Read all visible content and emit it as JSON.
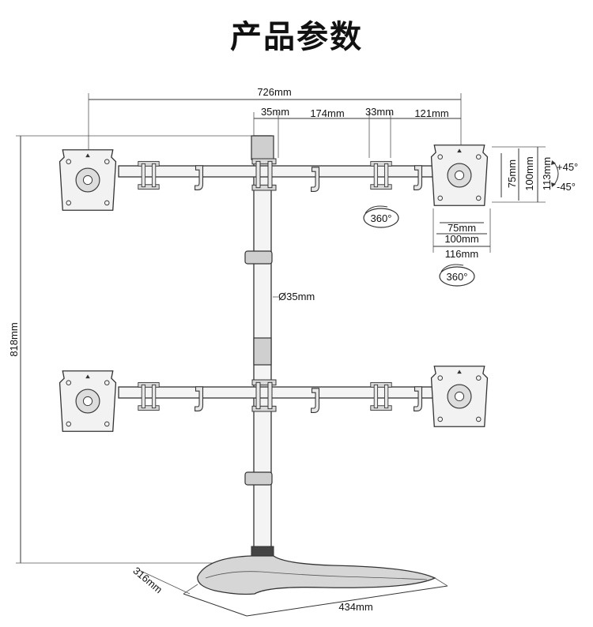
{
  "title": "产品参数",
  "dimensions": {
    "total_width": "726mm",
    "offset_a": "35mm",
    "offset_b": "174mm",
    "offset_c": "33mm",
    "offset_d": "121mm",
    "pole_diameter": "Ø35mm",
    "total_height": "818mm",
    "base_depth": "316mm",
    "base_width": "434mm",
    "vesa_v1": "75mm",
    "vesa_v2": "100mm",
    "vesa_v3": "113mm",
    "vesa_h1": "75mm",
    "vesa_h2": "100mm",
    "vesa_h3": "116mm",
    "tilt_up": "+45°",
    "tilt_down": "-45°",
    "rotation_1": "360°",
    "rotation_2": "360°"
  },
  "colors": {
    "line": "#333333",
    "metal": "#dcdcdc",
    "dark": "#444444"
  }
}
